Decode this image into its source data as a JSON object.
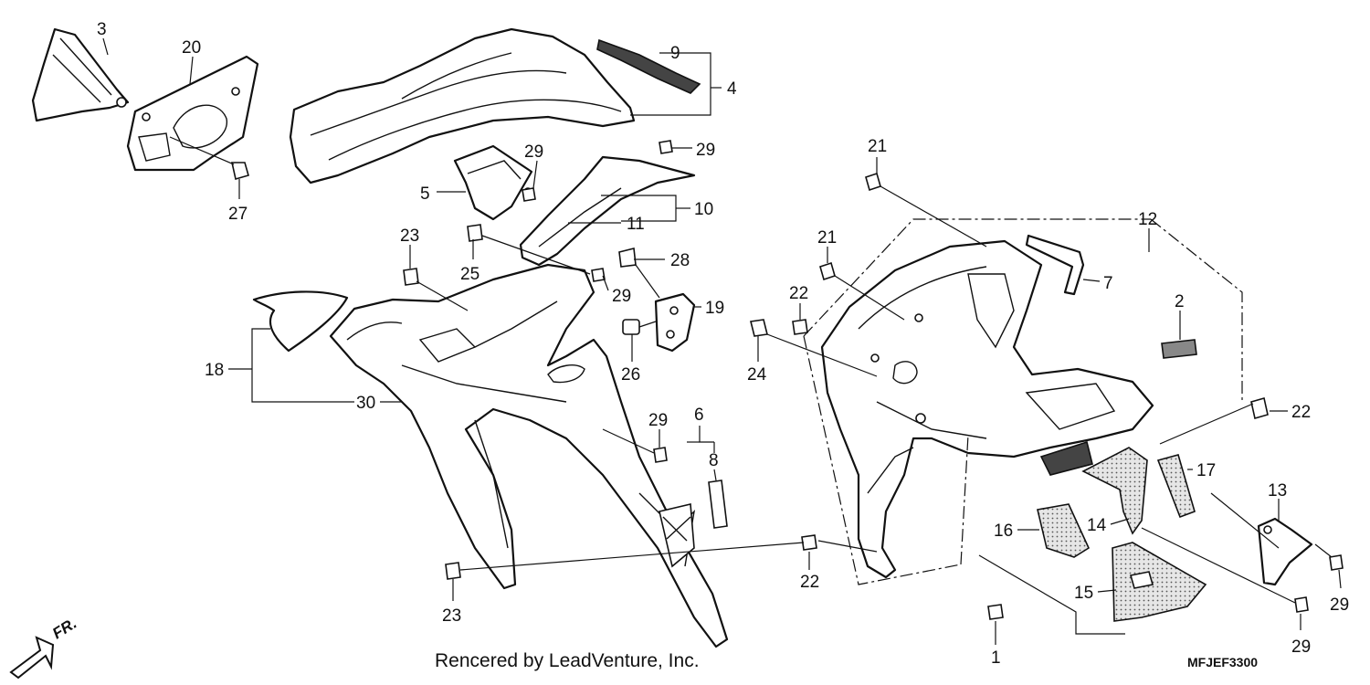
{
  "labels": {
    "l1": "1",
    "l2": "2",
    "l3": "3",
    "l4": "4",
    "l5": "5",
    "l6": "6",
    "l7": "7",
    "l8": "8",
    "l9": "9",
    "l10": "10",
    "l11": "11",
    "l12": "12",
    "l13": "13",
    "l14": "14",
    "l15": "15",
    "l16": "16",
    "l17": "17",
    "l18": "18",
    "l19": "19",
    "l20": "20",
    "l21": "21",
    "l22": "22",
    "l23": "23",
    "l24": "24",
    "l25": "25",
    "l26": "26",
    "l27": "27",
    "l28": "28",
    "l29": "29",
    "l30": "30"
  },
  "credit": "Rencered by LeadVenture, Inc.",
  "diagram_code": "MFJEF3300",
  "direction_label": "FR."
}
